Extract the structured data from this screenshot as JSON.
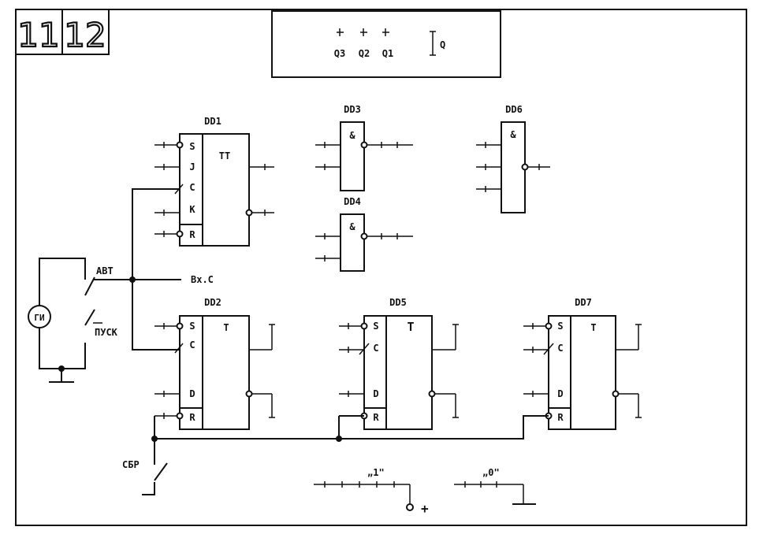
{
  "panel_numbers": [
    "11",
    "12"
  ],
  "indicator": {
    "labels": [
      "Q3",
      "Q2",
      "Q1"
    ],
    "q_label": "Q"
  },
  "chips": {
    "dd1": {
      "title": "DD1",
      "func": "TT",
      "pins": [
        "S",
        "J",
        "C",
        "K",
        "R"
      ]
    },
    "dd2": {
      "title": "DD2",
      "func": "T",
      "pins": [
        "S",
        "C",
        "D",
        "R"
      ]
    },
    "dd3": {
      "title": "DD3",
      "func": "&"
    },
    "dd4": {
      "title": "DD4",
      "func": "&"
    },
    "dd5": {
      "title": "DD5",
      "func": "T",
      "pins": [
        "S",
        "C",
        "D",
        "R"
      ]
    },
    "dd6": {
      "title": "DD6",
      "func": "&"
    },
    "dd7": {
      "title": "DD7",
      "func": "T",
      "pins": [
        "S",
        "C",
        "D",
        "R"
      ]
    }
  },
  "generator": {
    "label": "ГИ",
    "avt_label": "АВТ",
    "pusk_label": "ПУСК"
  },
  "clock_input_label": "Вх.С",
  "reset_label": "СБР",
  "logic_one_label": "„1\"",
  "logic_zero_label": "„0\"",
  "plus_label": "+"
}
